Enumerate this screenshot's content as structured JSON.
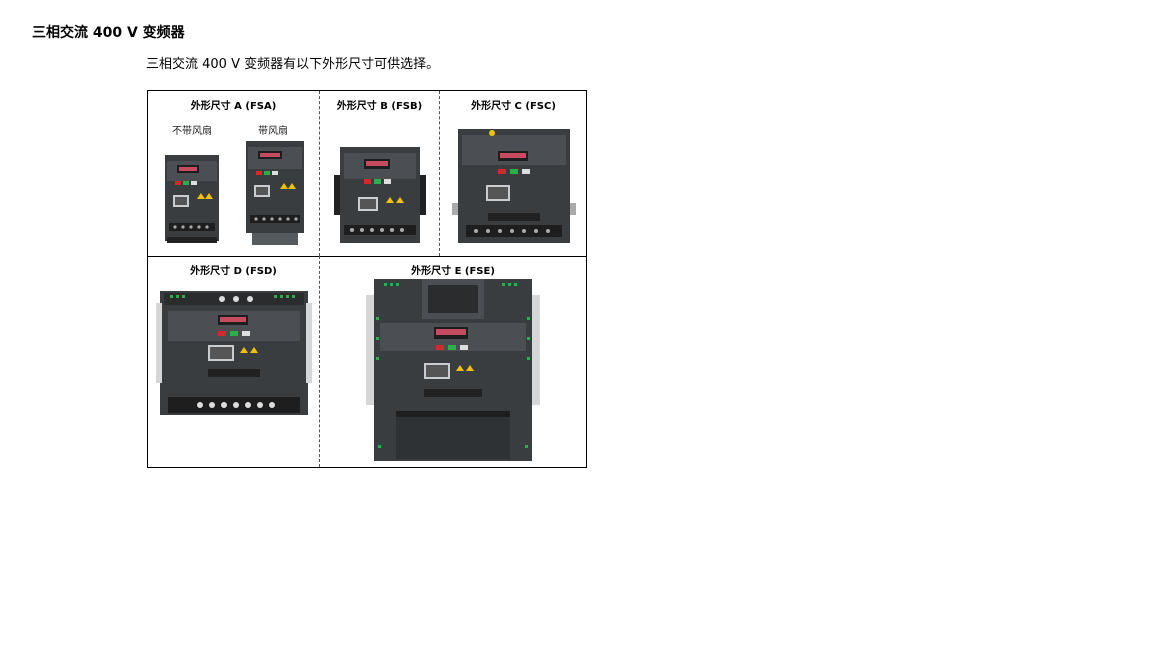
{
  "heading": "三相交流 400 V 变频器",
  "intro": "三相交流 400 V 变频器有以下外形尺寸可供选择。",
  "frames": {
    "fsa": {
      "label": "外形尺寸 A (FSA)",
      "variant_no_fan": "不带风扇",
      "variant_fan": "带风扇"
    },
    "fsb": {
      "label": "外形尺寸 B (FSB)"
    },
    "fsc": {
      "label": "外形尺寸 C (FSC)"
    },
    "fsd": {
      "label": "外形尺寸 D (FSD)"
    },
    "fse": {
      "label": "外形尺寸 E (FSE)"
    }
  }
}
